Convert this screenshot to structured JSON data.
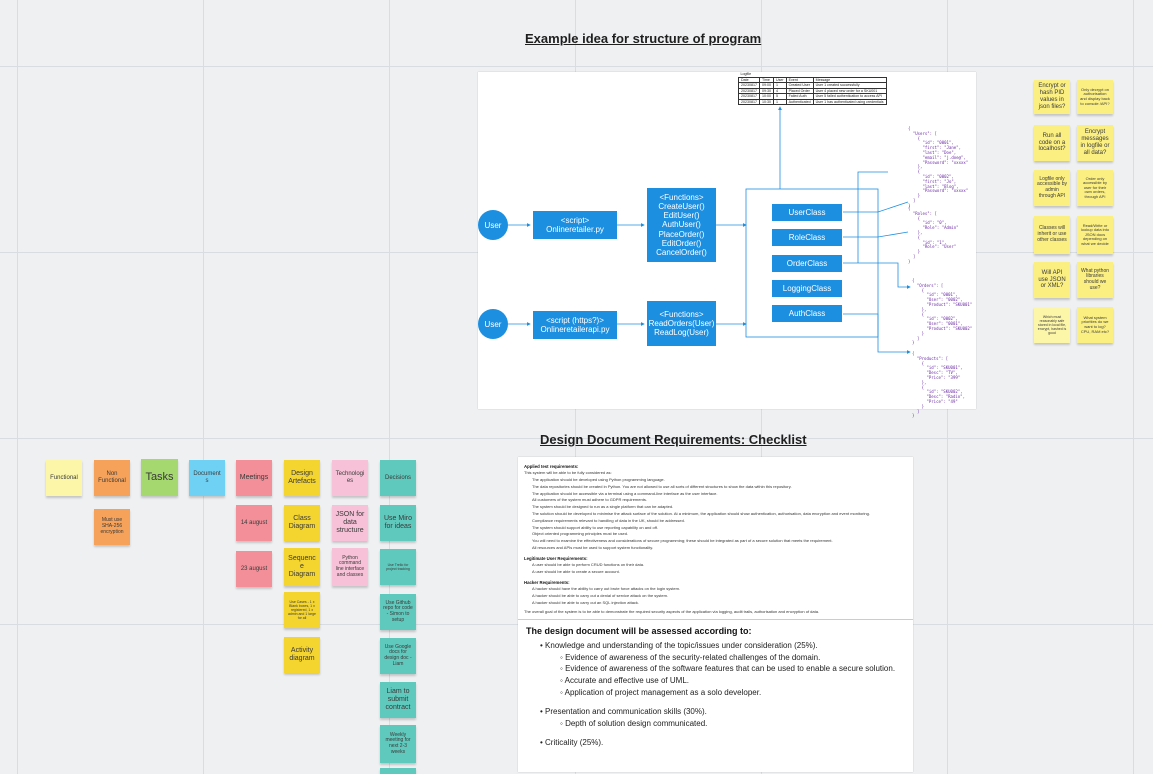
{
  "headings": {
    "structure": "Example idea for structure of program",
    "checklist": "Design Document Requirements: Checklist"
  },
  "diagram": {
    "user_top": "User",
    "user_bottom": "User",
    "script_top": [
      "<script>",
      "Onlineretailer.py"
    ],
    "script_bottom": [
      "<script (https?)>",
      "Onlineretailerapi.py"
    ],
    "functions_top": [
      "<Functions>",
      "CreateUser()",
      "EditUser()",
      "AuthUser()",
      "PlaceOrder()",
      "EditOrder()",
      "CancelOrder()"
    ],
    "functions_bottom": [
      "<Functions>",
      "ReadOrders(User)",
      "ReadLog(User)"
    ],
    "classes": [
      "UserClass",
      "RoleClass",
      "OrderClass",
      "LoggingClass",
      "AuthClass"
    ],
    "logfile": {
      "title": "Logfile",
      "headers": [
        "Date",
        "Time",
        "User",
        "Event",
        "Message"
      ],
      "rows": [
        [
          "20230817",
          "09:00",
          "1",
          "Created User",
          "User 1 created successfully"
        ],
        [
          "20230817",
          "09:30",
          "4",
          "Placed Order",
          "User 4 placed new order for a SKU001"
        ],
        [
          "20230817",
          "10:00",
          "5",
          "Failed Auth",
          "User 5 failed authentication to access API"
        ],
        [
          "20230817",
          "10:30",
          "1",
          "Authenticated",
          "User 1 has authenticated using credentials"
        ]
      ]
    },
    "json_blocks": [
      "{\n  \"Users\": [\n    {\n      \"id\": \"0001\",\n      \"first\": \"Jane\",\n      \"last\": \"Doe\",\n      \"email\": \"j.doe@\",\n      \"Password\": \"xxxxx\"\n    },\n    {\n      \"id\": \"0002\",\n      \"first\": \"Jo\",\n      \"last\": \"Blog\",\n      \"Password\": \"xxxxx\"\n    }\n  ]\n}",
      "{\n  \"Roles\": [\n    {\n      \"id\": \"0\",\n      \"Role\": \"Admin\"\n    },\n    {\n      \"id\": \"1\",\n      \"Role\": \"User\"\n    }\n  ]\n}",
      "{\n  \"Orders\": [\n    {\n      \"id\": \"0001\",\n      \"User\": \"0002\",\n      \"Product\": \"SKU001\"\n    },\n    {\n      \"id\": \"0002\",\n      \"User\": \"0001\",\n      \"Product\": \"SKU002\"\n    }\n  ]\n}",
      "{\n  \"Products\": [\n    {\n      \"id\": \"SKU001\",\n      \"Desc\": \"TV\",\n      \"Price\": \"399\"\n    },\n    {\n      \"id\": \"SKU002\",\n      \"Desc\": \"Radio\",\n      \"Price\": \"49\"\n    }\n  ]\n}"
    ]
  },
  "questions": [
    "Encrypt or hash PID values in json files?",
    "Only decrypt on authorisation and display back to console /API?",
    "Run all code on a localhost?",
    "Encrypt messages in logfile or all data?",
    "Logfile only accessible by admin through API",
    "Order only accessible by user for their own orders, through API",
    "Classes will inherit or use other classes",
    "Read/Write or lookup data into JSON docs depending on what we decide",
    "Will API use JSON or XML?",
    "What python libraries should we use?",
    "Which must reasonably safe stored in local file, encrypt, hashed is good",
    "What system priorities do we want to log? CPU, RAM etc?"
  ],
  "kanban": {
    "headers": {
      "functional": "Functional",
      "non_functional": "Non Functional",
      "tasks": "Tasks",
      "documents": "Documents",
      "meetings": "Meetings",
      "design_artefacts": "Design Artefacts",
      "technologies": "Technologies",
      "decisions": "Decisions"
    },
    "non_functional_items": [
      "Must use SHA-256 encryption"
    ],
    "meetings_items": [
      "14 august",
      "23 august"
    ],
    "design_items": [
      "Class Diagram",
      "Sequence Diagram",
      "Use Cases - 1 x Blank boxes, 1 x registered, 1 x admin and 1 large for all",
      "Activity diagram"
    ],
    "technology_items": [
      "JSON for data structure",
      "Python command line interface and classes"
    ],
    "decision_items": [
      "Use Miro for ideas",
      "Use Trello for project tracking",
      "Use Github repo for code - Simon to setup",
      "Use Google docs for design doc - Liam",
      "Liam to submit contract",
      "Weekly meeting for next 2-3 weeks"
    ]
  },
  "document": {
    "title": "Applied test requirements:",
    "intro": "This system will be able to be fully considered as:",
    "bullets": [
      "The application should be developed using Python programming language.",
      "The data repositories should be created in Python. You are not allowed to use all sorts of different structures to show the data within this repository.",
      "The application should be accessible via a terminal using a command-line interface as the user interface.",
      "All customers of the system must adhere to GDPR requirements.",
      "The system should be designed to run as a single platform that can be adapted.",
      "The solution should be developed to minimise the attack surface of the solution. At a minimum, the application should show authentication, authorisation, data encryption and event monitoring.",
      "Compliance requirements relevant to handling of data in the UK, should be addressed.",
      "The system should support ability to use reporting capability on and off.",
      "Object oriented programming principles must be used.",
      "You will need to examine the effectiveness and considerations of secure programming; these should be integrated as part of a secure solution that meets the requirement.",
      "All resources and APIs must be used to support system functionality."
    ],
    "legit_title": "Legitimate User Requirements:",
    "legit_bullets": [
      "A user should be able to perform CRUD functions on their data.",
      "A user should be able to create a secure account."
    ],
    "hacker_title": "Hacker Requirements:",
    "hacker_bullets": [
      "A hacker should have the ability to carry out brute force attacks on the login system.",
      "A hacker should be able to carry out a denial of service attack on the system.",
      "A hacker should be able to carry out an SQL injection attack."
    ],
    "footer": "The overall goal of the system is to be able to demonstrate the required security aspects of the application via logging, audit trails, authorisation and encryption of data.",
    "assessed_title": "The design document will be assessed according to:",
    "criteria": [
      {
        "text": "Knowledge and understanding of the topic/issues under consideration (25%).",
        "level": 1
      },
      {
        "text": "Evidence of awareness of the security-related challenges of the domain.",
        "level": 2
      },
      {
        "text": "Evidence of awareness of the software features that can be used to enable a secure solution.",
        "level": 2
      },
      {
        "text": "Accurate and effective use of UML.",
        "level": 2
      },
      {
        "text": "Application of project management as a solo developer.",
        "level": 2
      },
      {
        "text": "Presentation and communication skills (30%).",
        "level": 1
      },
      {
        "text": "Depth of solution design communicated.",
        "level": 2
      },
      {
        "text": "Criticality (25%).",
        "level": 1
      }
    ]
  }
}
